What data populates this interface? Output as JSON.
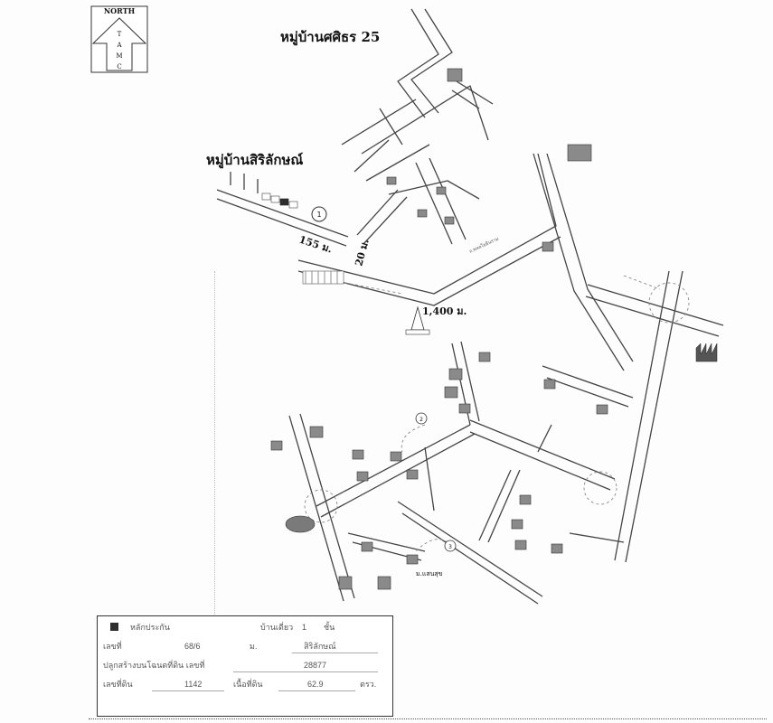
{
  "north_box": {
    "title": "NORTH",
    "letters": [
      "T",
      "A",
      "M",
      "C"
    ]
  },
  "labels": {
    "village_north": "หมู่บ้านศศิธร 25",
    "village_west": "หมู่บ้านสิริลักษณ์",
    "dist_155": "155 ม.",
    "dist_20": "20 ม.",
    "dist_1400": "1,400 ม.",
    "road_phahonyothin": "ถ.พหลโยธินราม",
    "circle_1": "1",
    "circle_2": "2",
    "circle_3": "3",
    "mae_sot_label": "ม.แสนสุข",
    "colors": {
      "line": "#444444",
      "building": "#8a8a8a",
      "marker": "#2e2e2e"
    }
  },
  "legend": {
    "marker_label": "หลักประกัน",
    "house_type_label": "บ้านเดี่ยว",
    "floors_value": "1",
    "floors_unit": "ชั้น",
    "house_no_label": "เลขที่",
    "house_no_value": "68/6",
    "moo_label": "ม.",
    "village_value": "สิริลักษณ์",
    "deed_label": "ปลูกสร้างบนโฉนดที่ดิน เลขที่",
    "deed_value": "28877",
    "land_no_label": "เลขที่ดิน",
    "land_no_value": "1142",
    "area_label": "เนื้อที่ดิน",
    "area_value": "62.9",
    "area_unit": "ตรว."
  }
}
